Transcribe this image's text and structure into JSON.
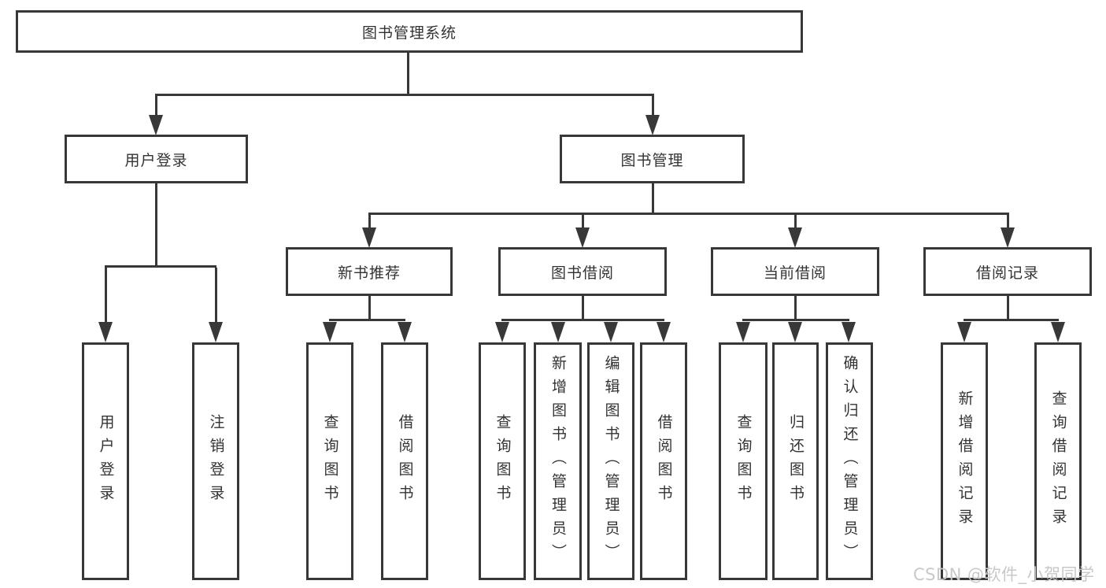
{
  "colors": {
    "line": "#383838",
    "text": "#333333",
    "box_background": "#ffffff",
    "watermark": "#c8c8c8"
  },
  "watermark": {
    "text": "CSDN @软件_小贺同学"
  },
  "tree": {
    "root": {
      "label": "图书管理系统",
      "children": [
        {
          "label": "用户登录",
          "children": [
            {
              "label": "用户登录"
            },
            {
              "label": "注销登录"
            }
          ]
        },
        {
          "label": "图书管理",
          "children": [
            {
              "label": "新书推荐",
              "children": [
                {
                  "label": "查询图书"
                },
                {
                  "label": "借阅图书"
                }
              ]
            },
            {
              "label": "图书借阅",
              "children": [
                {
                  "label": "查询图书"
                },
                {
                  "label": "新增图书（管理员）"
                },
                {
                  "label": "编辑图书（管理员）"
                },
                {
                  "label": "借阅图书"
                }
              ]
            },
            {
              "label": "当前借阅",
              "children": [
                {
                  "label": "查询图书"
                },
                {
                  "label": "归还图书"
                },
                {
                  "label": "确认归还（管理员）"
                }
              ]
            },
            {
              "label": "借阅记录",
              "children": [
                {
                  "label": "新增借阅记录"
                },
                {
                  "label": "查询借阅记录"
                }
              ]
            }
          ]
        }
      ]
    }
  }
}
